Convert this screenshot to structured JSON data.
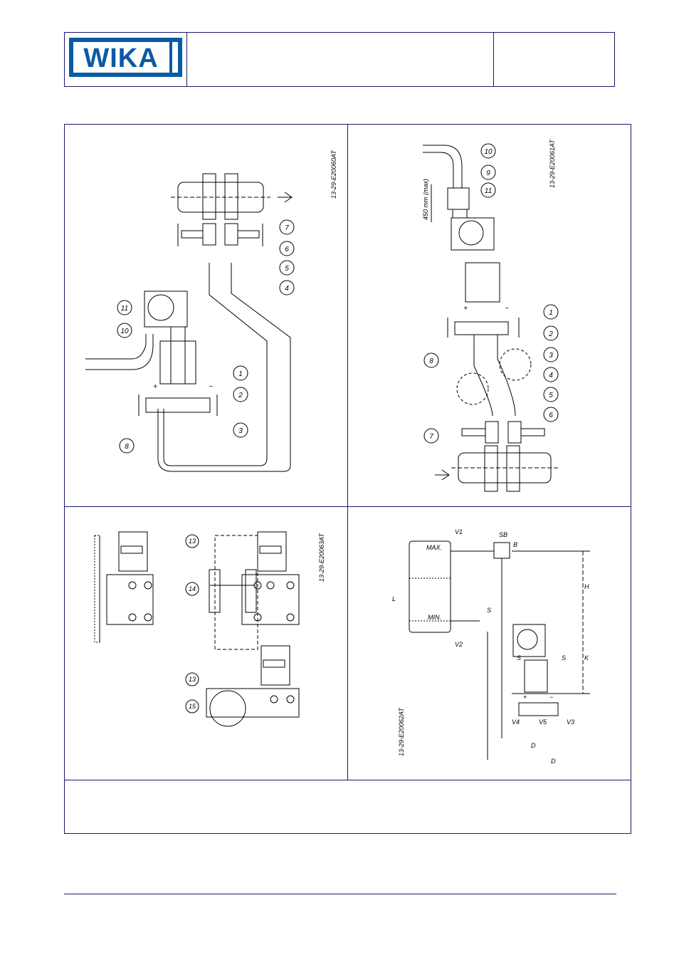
{
  "header": {
    "logo_text": "WIKA",
    "brand_color": "#0b5aa6",
    "title_cell": "",
    "code_cell": ""
  },
  "panels": {
    "top_left": {
      "drawing_code": "13-29-E20060AT",
      "callouts": [
        "1",
        "2",
        "3",
        "4",
        "5",
        "6",
        "7",
        "8",
        "10",
        "11"
      ],
      "signs": [
        "+",
        "−"
      ]
    },
    "top_right": {
      "drawing_code": "13-29-E20061AT",
      "dimension": "450 mm (max)",
      "callouts": [
        "1",
        "2",
        "3",
        "4",
        "5",
        "6",
        "7",
        "8",
        "9",
        "10",
        "11"
      ],
      "signs": [
        "+",
        "−"
      ]
    },
    "bottom_left": {
      "drawing_code": "13-29-E20063AT",
      "callouts": [
        "13",
        "14",
        "13",
        "15"
      ]
    },
    "bottom_right": {
      "drawing_code": "13-29-E20062AT",
      "labels": [
        "V1",
        "SB",
        "B",
        "MAX.",
        "MIN.",
        "V2",
        "S",
        "L",
        "H",
        "K",
        "S",
        "S",
        "V4",
        "V5",
        "V3",
        "D",
        "D",
        "+",
        "−"
      ]
    }
  },
  "footer_note": "",
  "colors": {
    "frame": "#1a1a6e",
    "line": "#000000"
  }
}
